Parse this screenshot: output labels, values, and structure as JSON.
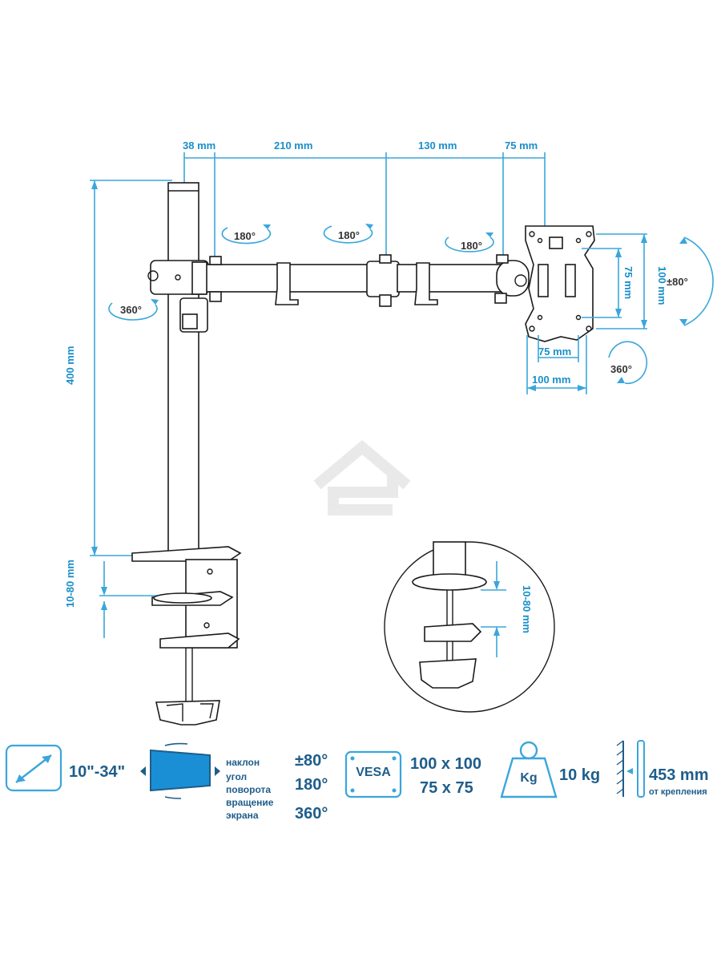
{
  "dimensions": {
    "top": [
      "38 mm",
      "210 mm",
      "130 mm",
      "75 mm"
    ],
    "height": "400 mm",
    "clamp_range": "10-80 mm",
    "inset_range": "10-80 mm",
    "vesa_h_outer": "100 mm",
    "vesa_h_inner": "75 mm",
    "vesa_v_outer": "100 mm",
    "vesa_v_inner": "75 mm"
  },
  "angles": {
    "joint1": "180°",
    "joint2": "180°",
    "joint3": "180°",
    "pole": "360°",
    "rotation": "360°",
    "tilt": "±80°"
  },
  "specs": {
    "screen_size": "10\"-34\"",
    "tilt_label": "наклон",
    "tilt_value": "±80°",
    "swivel_label_1": "угол",
    "swivel_label_2": "поворота",
    "swivel_value": "180°",
    "rotation_label_1": "вращение",
    "rotation_label_2": "экрана",
    "rotation_value": "360°",
    "vesa_badge": "VESA",
    "vesa_1": "100 x 100",
    "vesa_2": "75 x 75",
    "weight_badge": "Kg",
    "weight": "10 kg",
    "reach": "453 mm",
    "reach_label": "от крепления"
  },
  "colors": {
    "accent": "#3aa6dc",
    "text": "#1e5d8a",
    "line": "#1a1a1a"
  }
}
